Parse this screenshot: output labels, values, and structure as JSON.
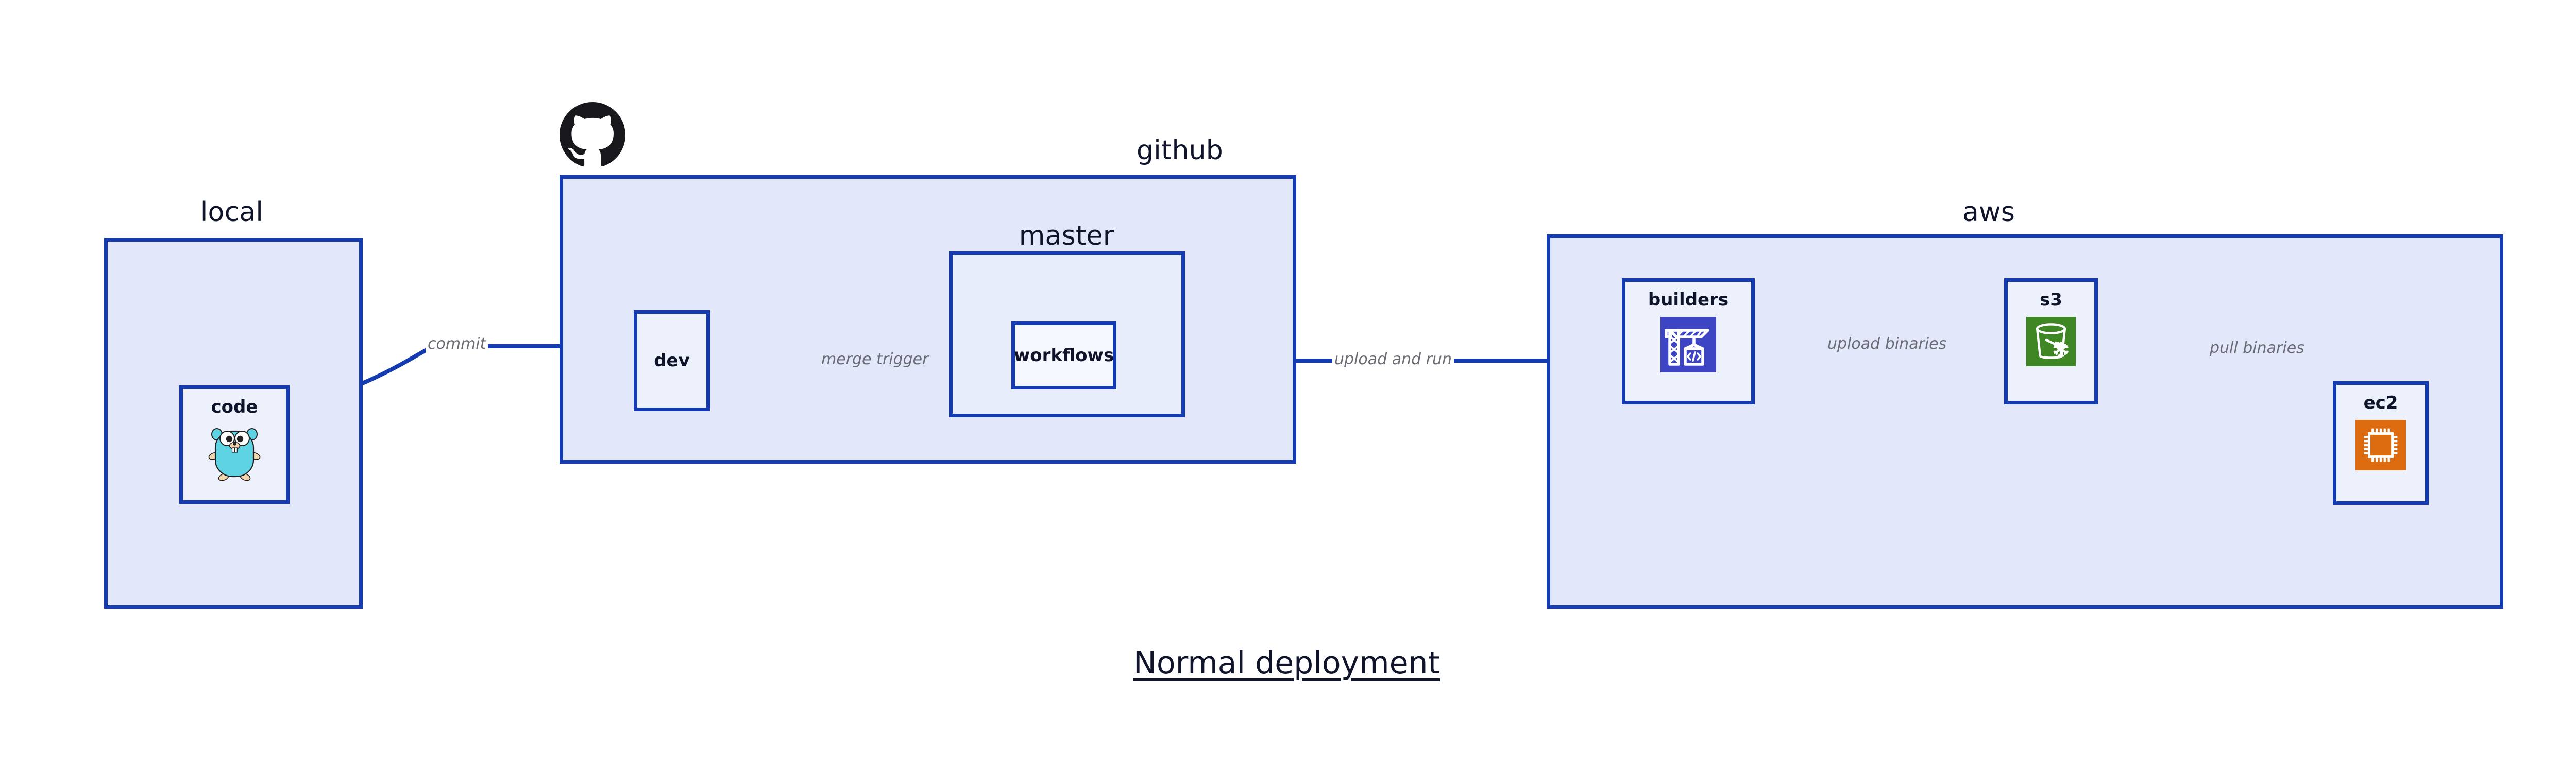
{
  "diagram": {
    "title": "Normal deployment",
    "colors": {
      "group_fill": "#e2e7f9",
      "node_fill": "#ecf1fc",
      "border_blue": "#143bb0",
      "edge_blue": "#143bb0",
      "text_dark": "#10142b",
      "edge_label_grey": "#6b6b75",
      "page_background": "#ffffff",
      "codebuild_purple": "#3d45c4",
      "s3_glacier_green": "#3f8624",
      "ec2_orange": "#dd6b10",
      "gopher_cyan": "#5ed3e4",
      "github_black": "#18171b"
    },
    "groups": [
      {
        "id": "local",
        "label": "local",
        "nodes": [
          {
            "id": "code",
            "label": "code",
            "icon": "go-gopher-icon"
          }
        ]
      },
      {
        "id": "github",
        "label": "github",
        "logo": "github-octocat-icon",
        "nodes": [
          {
            "id": "dev",
            "label": "dev",
            "icon": null
          }
        ],
        "subgroups": [
          {
            "id": "master",
            "label": "master",
            "nodes": [
              {
                "id": "workflows",
                "label": "workflows",
                "icon": null
              }
            ]
          }
        ]
      },
      {
        "id": "aws",
        "label": "aws",
        "nodes": [
          {
            "id": "builders",
            "label": "builders",
            "icon": "aws-codebuild-icon"
          },
          {
            "id": "s3",
            "label": "s3",
            "icon": "aws-s3-glacier-icon"
          },
          {
            "id": "ec2",
            "label": "ec2",
            "icon": "aws-ec2-icon"
          }
        ]
      }
    ],
    "edges": [
      {
        "id": "code-to-dev",
        "from": "code",
        "to": "dev",
        "label": "commit",
        "style": "curved"
      },
      {
        "id": "dev-to-workflows",
        "from": "dev",
        "to": "workflows",
        "label": "merge trigger",
        "style": "straight"
      },
      {
        "id": "workflows-to-builders",
        "from": "workflows",
        "to": "builders",
        "label": "upload and run",
        "style": "straight"
      },
      {
        "id": "builders-to-s3",
        "from": "builders",
        "to": "s3",
        "label": "upload binaries",
        "style": "straight"
      },
      {
        "id": "s3-to-ec2",
        "from": "s3",
        "to": "ec2",
        "label": "pull binaries",
        "style": "curved"
      }
    ]
  }
}
